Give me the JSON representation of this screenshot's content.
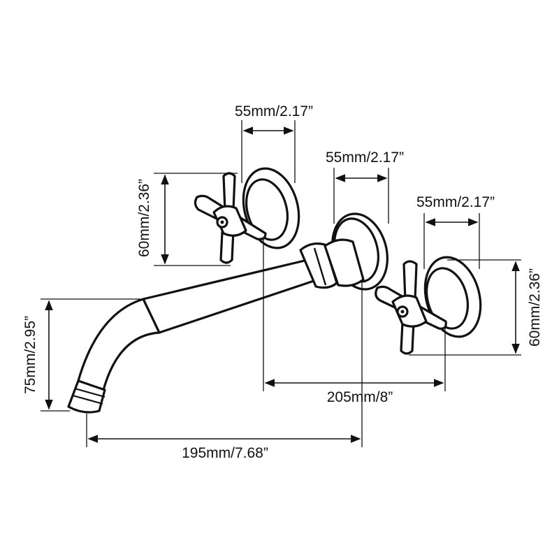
{
  "diagram": {
    "colors": {
      "ink": "#111111",
      "background": "#ffffff"
    },
    "dimensions": {
      "left_handle_width": "55mm/2.17”",
      "center_flange_width": "55mm/2.17”",
      "right_handle_width": "55mm/2.17”",
      "left_handle_height": "60mm/2.36”",
      "right_handle_height": "60mm/2.36”",
      "spout_drop": "75mm/2.95”",
      "handle_spacing": "205mm/8”",
      "spout_reach": "195mm/7.68”"
    }
  }
}
